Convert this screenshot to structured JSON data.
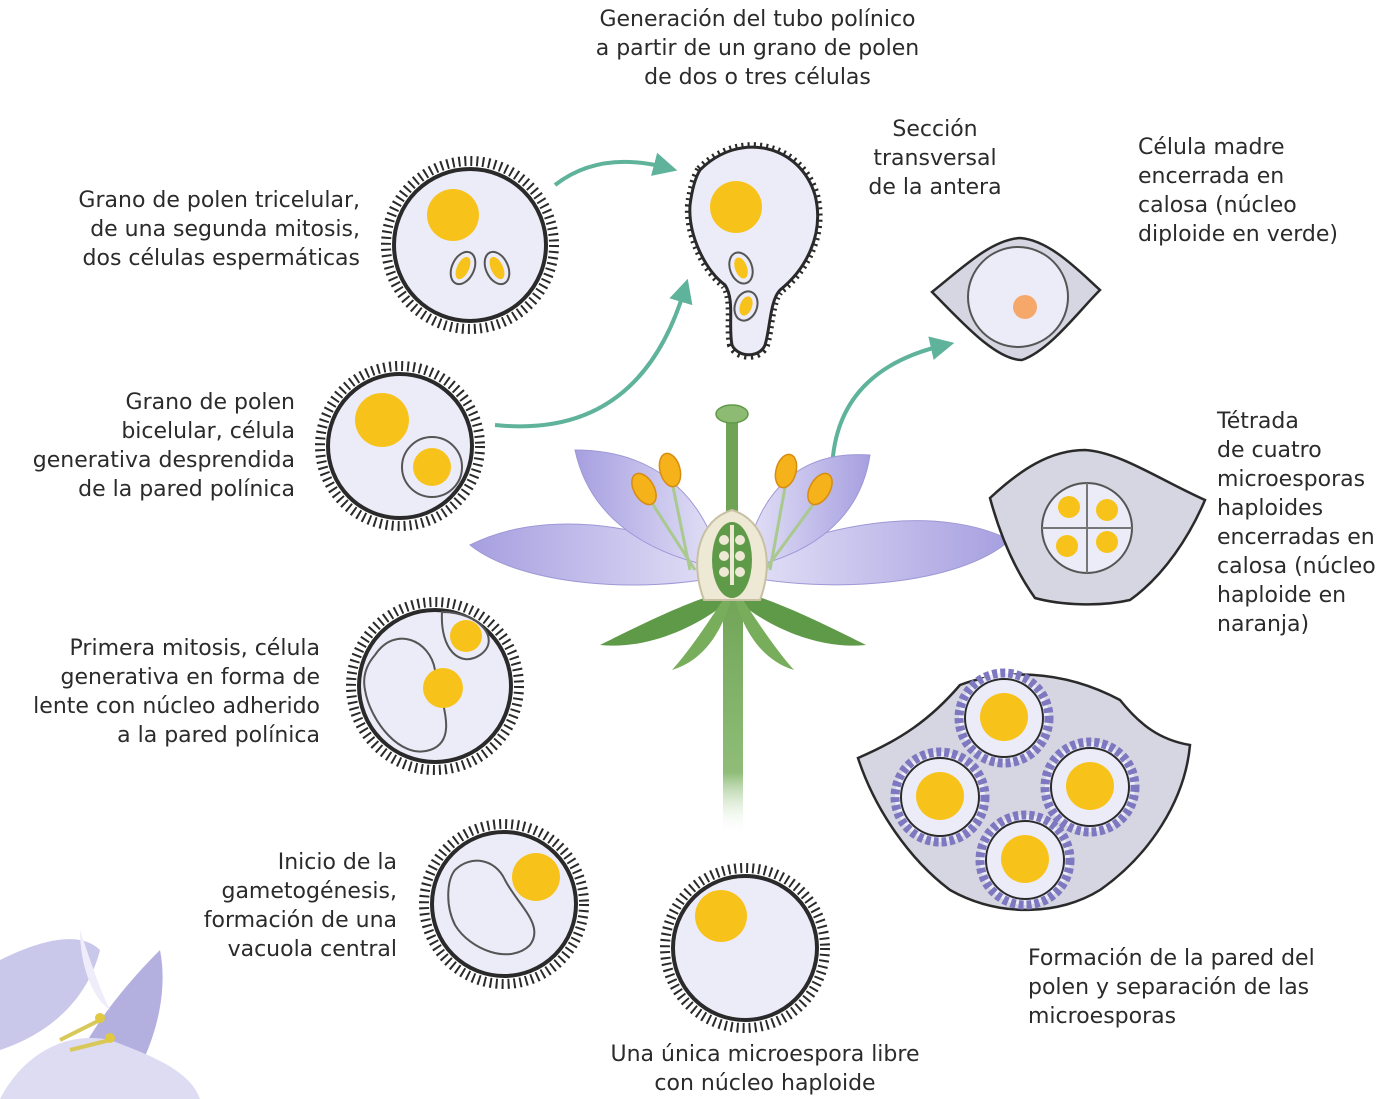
{
  "labels": {
    "tube": "Generación del tubo polínico\na partir de un grano de polen\nde dos o tres células",
    "section": "Sección\ntransversal\nde la antera",
    "mother_cell": "Célula madre\nencerrada en\ncalosa (núcleo\ndiploide en verde)",
    "tricellular": "Grano de polen tricelular,\nde una segunda mitosis,\ndos células espermáticas",
    "bicellular": "Grano de polen\nbicelular, célula\ngenerativa desprendida\nde la pared polínica",
    "tetrad": "Tétrada\nde cuatro\nmicroesporas\nhaploides\nencerradas en\ncalosa (núcleo\nhaploide en\nnaranja)",
    "first_mitosis": "Primera mitosis, célula\ngenerativa en forma de\nlente con núcleo adherido\na la pared polínica",
    "wall_formation": "Formación de la pared del\npolen y separación de las\nmicroesporas",
    "gametogenesis": "Inicio de la\ngametogénesis,\nformación de una\nvacuola central",
    "free_microspore": "Una única microespora libre\ncon núcleo haploide"
  },
  "colors": {
    "arrow": "#5fb39a",
    "cytoplasm": "#ecebf8",
    "nucleus": "#f7c31b",
    "wall": "#2a2a2a",
    "callose": "#d6d6e2",
    "diploid_nucleus": "#f6a86b",
    "petal": "#b9b4e8",
    "stem": "#6fa355",
    "exine": "#7d78c0"
  }
}
